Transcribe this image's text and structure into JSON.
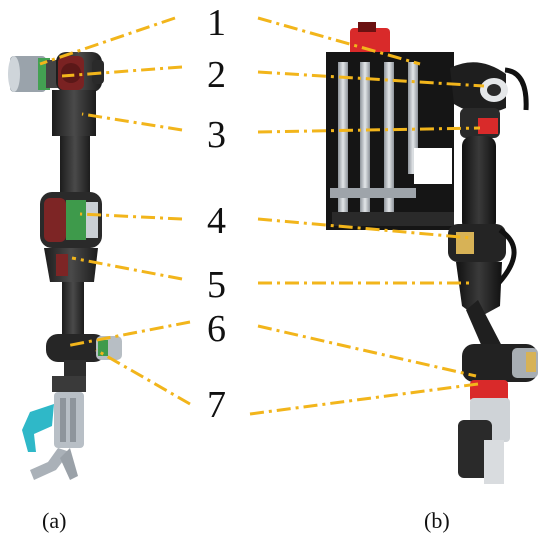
{
  "labels": [
    "1",
    "2",
    "3",
    "4",
    "5",
    "6",
    "7"
  ],
  "captions": {
    "left": "(a)",
    "right": "(b)"
  },
  "colors": {
    "leader": "#F2B51B",
    "arm_dark": "#2b2b2b",
    "arm_mid": "#3d3d3d",
    "joint_red": "#8a2a2a",
    "joint_green": "#3f8f4a",
    "wrist_cyan": "#2fb8c8",
    "frame": "#1a1a1a",
    "rail": "#b9bdc2",
    "accent_red": "#d92a2a"
  }
}
